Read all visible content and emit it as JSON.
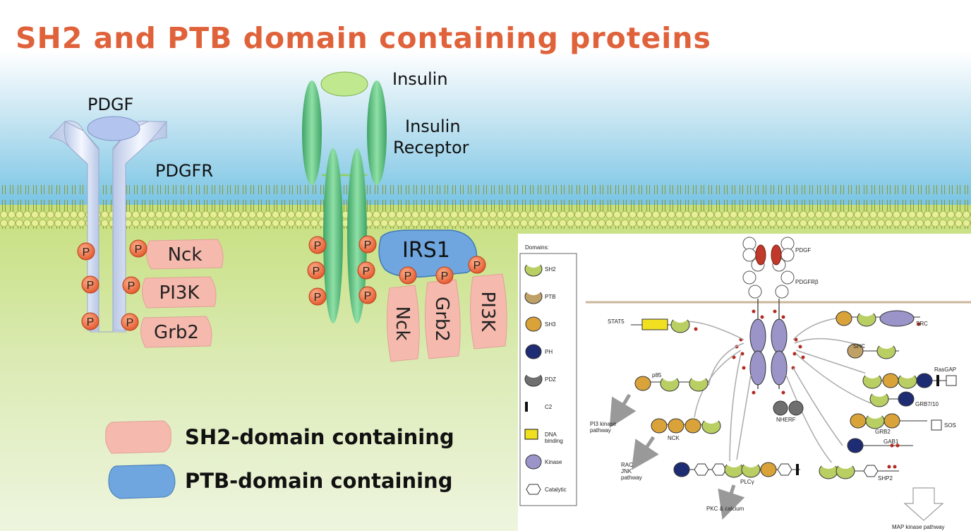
{
  "title": "SH2 and PTB domain containing proteins",
  "labels": {
    "pdgf": "PDGF",
    "pdgfr": "PDGFR",
    "insulin": "Insulin",
    "insulin_receptor_line1": "Insulin",
    "insulin_receptor_line2": "Receptor",
    "irs1": "IRS1",
    "phospho": "P"
  },
  "pdgfr_binders": [
    "Nck",
    "PI3K",
    "Grb2"
  ],
  "irs1_binders": [
    "Nck",
    "Grb2",
    "PI3K"
  ],
  "legend": {
    "sh2": "SH2-domain containing",
    "ptb": "PTB-domain containing"
  },
  "detail": {
    "domains_title": "Domains:",
    "domain_types": [
      {
        "key": "sh2",
        "label": "SH2"
      },
      {
        "key": "ptb",
        "label": "PTB"
      },
      {
        "key": "sh3",
        "label": "SH3"
      },
      {
        "key": "ph",
        "label": "PH"
      },
      {
        "key": "pdz",
        "label": "PDZ"
      },
      {
        "key": "c2",
        "label": "C2"
      },
      {
        "key": "dna",
        "label": "DNA\nbinding"
      },
      {
        "key": "kinase",
        "label": "Kinase"
      },
      {
        "key": "catalytic",
        "label": "Catalytic"
      }
    ],
    "ligand": "PDGF",
    "receptor": "PDGFRβ",
    "proteins": {
      "stat5": "STAT5",
      "src": "SRC",
      "shc": "SHC",
      "rasgap": "RasGAP",
      "grb7": "GRB7/10",
      "grb2": "GRB2",
      "sos": "SOS",
      "gab1": "GAB1",
      "shp2": "SHP2",
      "p85": "p85",
      "nck": "NCK",
      "nherf": "NHERF",
      "plcg": "PLCγ"
    },
    "pathways": {
      "pi3k": "PI3 kinase\npathway",
      "rac": "RAC\nJNK\npathway",
      "pkc": "PKC & calcium",
      "mapk": "MAP kinase pathway"
    }
  },
  "colors": {
    "title": "#e0623a",
    "sh2": "#b9cf63",
    "ptb": "#bfa066",
    "sh3": "#d9a33a",
    "ph": "#1d2c73",
    "pdz": "#6f6f6f",
    "kinase": "#9a94c9",
    "dna": "#f0e020",
    "sh2_legend": "#f5b9ad",
    "ptb_legend": "#6fa6df",
    "phospho": "#e76a3a",
    "receptor_green": "#5bbf7d",
    "pdgfr": "#d5e0f2"
  },
  "icons": [
    "phospho-circle",
    "domain-oval",
    "hexagon-catalytic",
    "arrow"
  ]
}
